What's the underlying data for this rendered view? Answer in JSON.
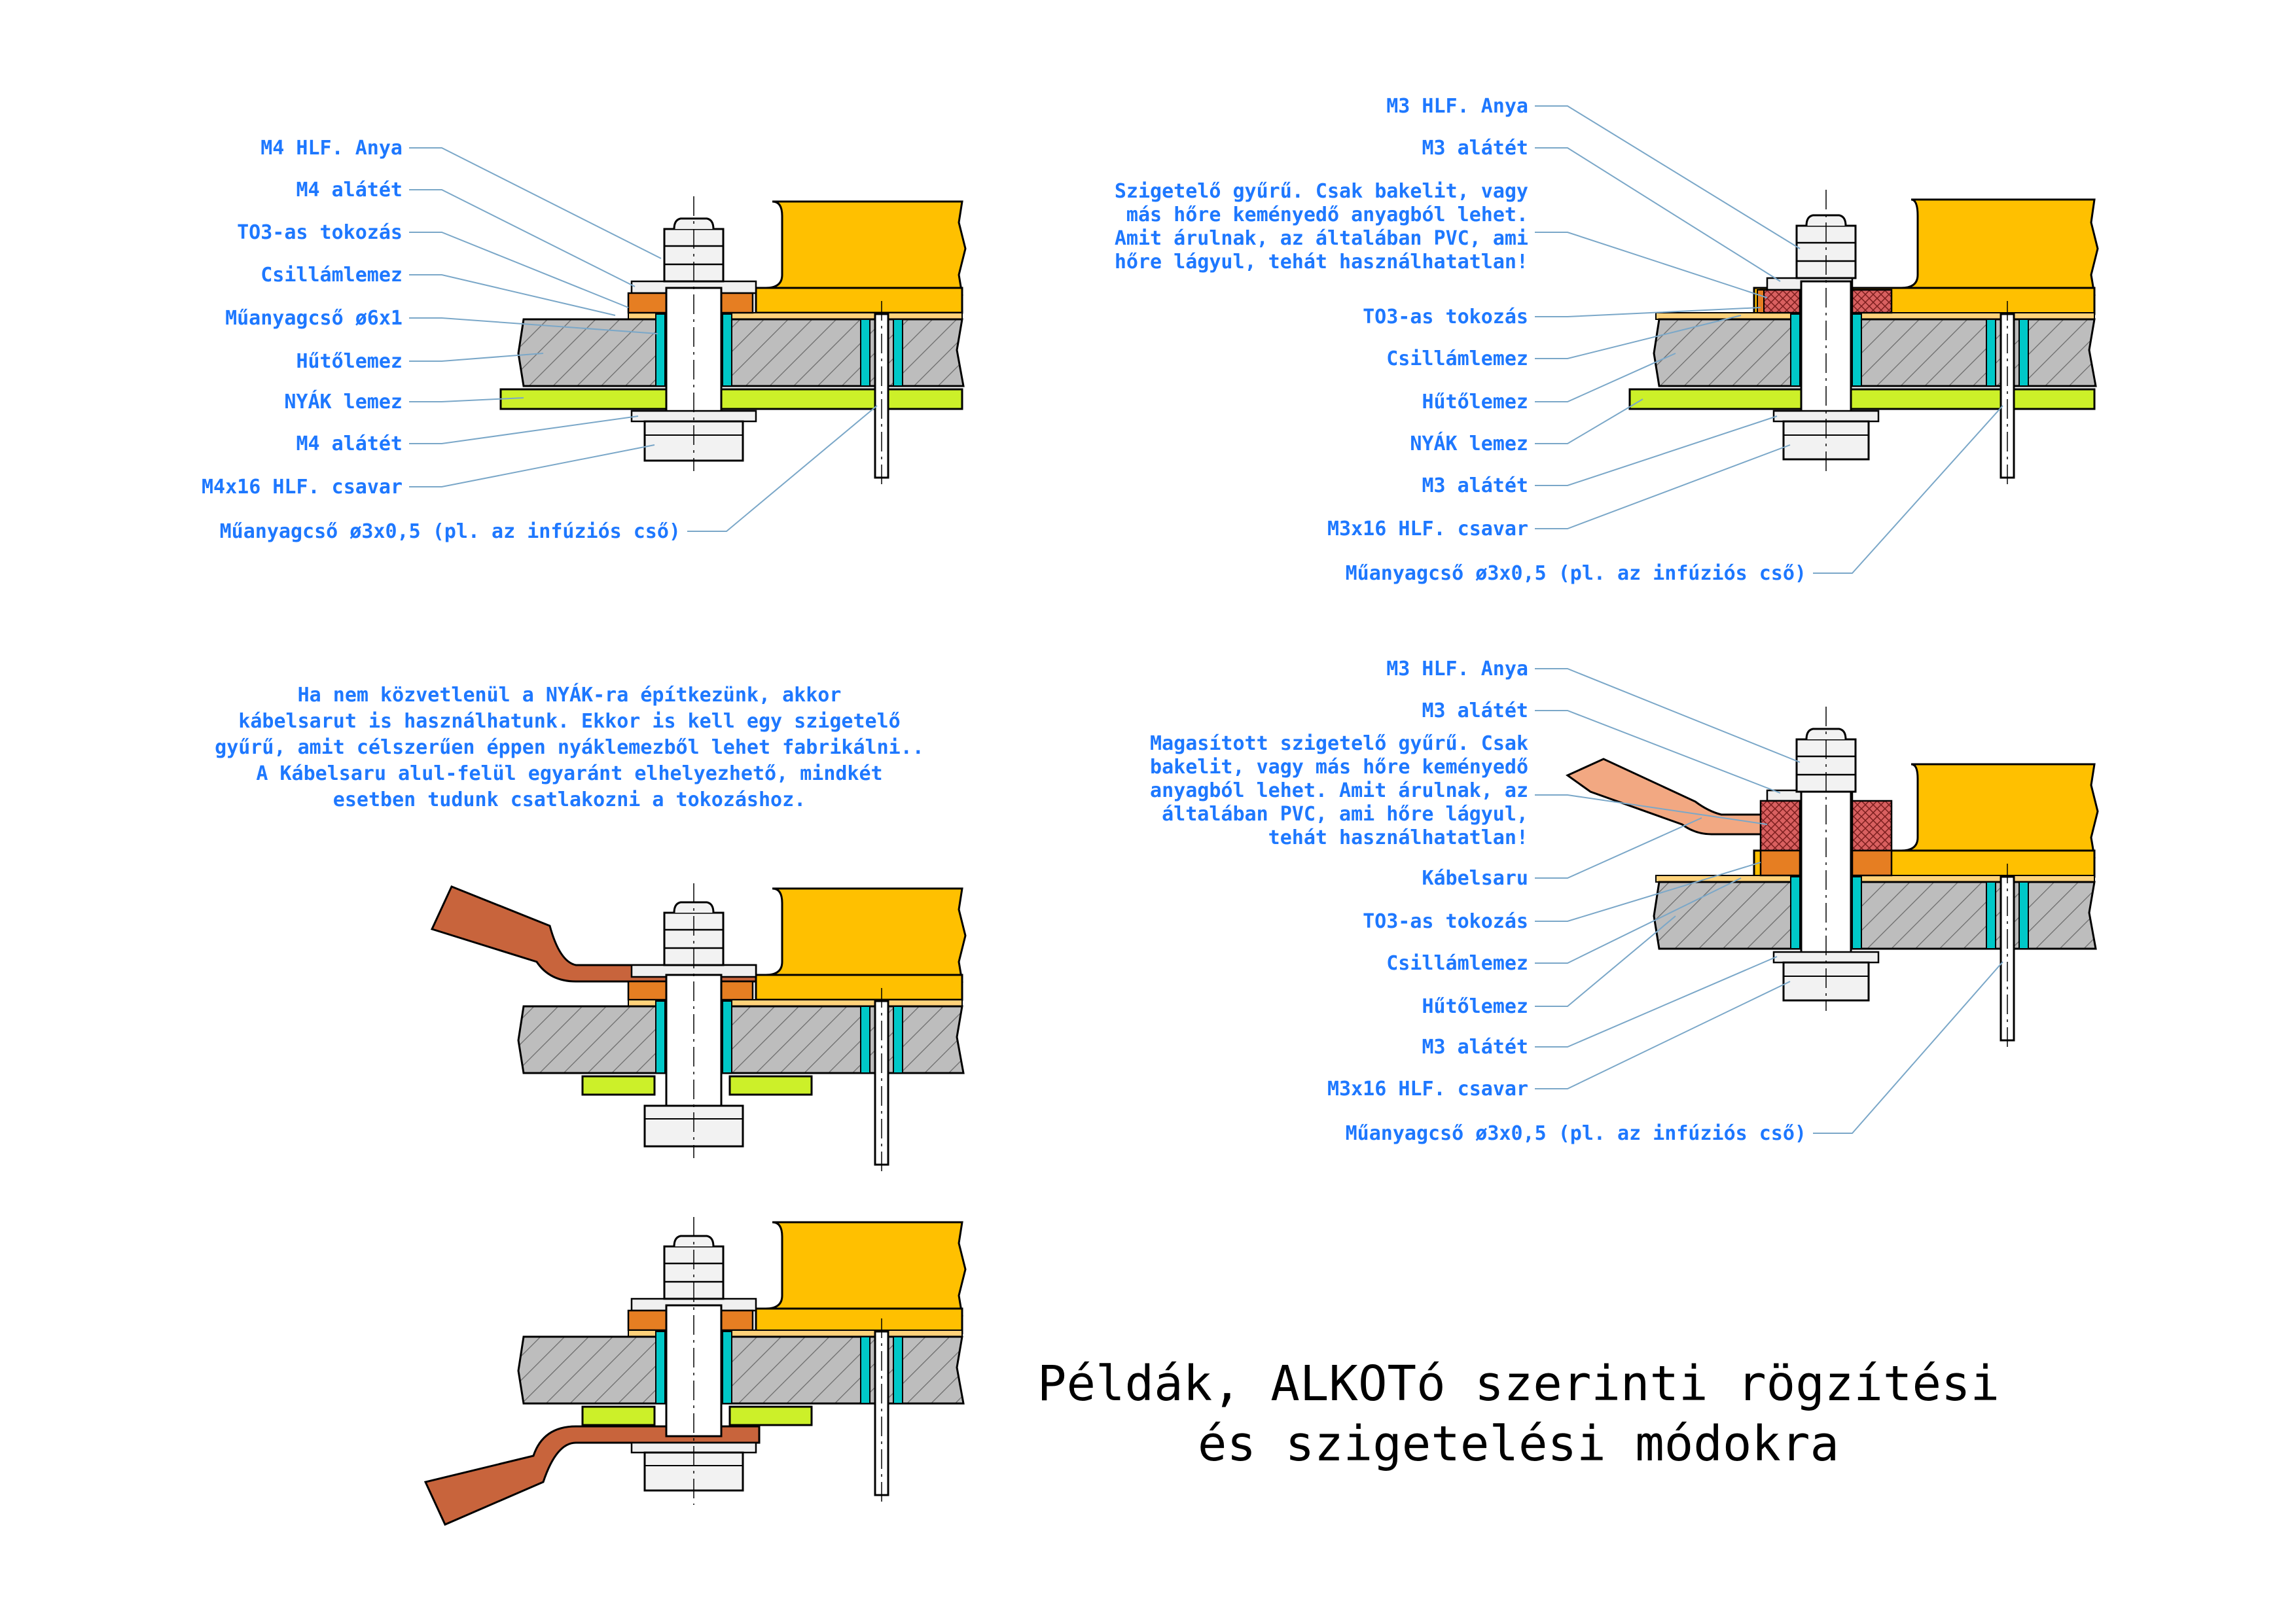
{
  "title": {
    "line1": "Példák, ALKOTó szerinti rögzítési",
    "line2": "és szigetelési módokra"
  },
  "colors": {
    "label_text": "#1e78ff",
    "heatsink_fill": "#bdbdbd",
    "pcb_fill": "#ccf029",
    "device_fill": "#ffc000",
    "mica_fill": "#e67e22",
    "washer_fill": "#f0f0f0",
    "insulator_tube_fill": "#00c8c8",
    "insulating_ring_fill": "#d96060",
    "cable_lug_fill": "#c8643c",
    "cable_lug_light_fill": "#f2a882"
  },
  "diagram_top_left": {
    "labels": [
      "M4 HLF. Anya",
      "M4 alátét",
      "TO3-as tokozás",
      "Csillámlemez",
      "Műanyagcső ø6x1",
      "Hűtőlemez",
      "NYÁK lemez",
      "M4 alátét",
      "M4x16 HLF. csavar",
      "Műanyagcső ø3x0,5 (pl. az infúziós cső)"
    ]
  },
  "diagram_top_right": {
    "labels": [
      "M3 HLF. Anya",
      "M3 alátét",
      "Szigetelő gyűrű. Csak bakelit, vagy",
      "más hőre keményedő anyagból lehet.",
      "Amit árulnak, az általában PVC, ami",
      "hőre lágyul, tehát használhatatlan!",
      "TO3-as tokozás",
      "Csillámlemez",
      "Hűtőlemez",
      "NYÁK lemez",
      "M3 alátét",
      "M3x16 HLF. csavar",
      "Műanyagcső ø3x0,5 (pl. az infúziós cső)"
    ]
  },
  "diagram_middle_right": {
    "labels": [
      "M3 HLF. Anya",
      "M3 alátét",
      "Magasított szigetelő gyűrű. Csak",
      "bakelit, vagy más hőre keményedő",
      "anyagból lehet. Amit árulnak, az",
      "általában PVC, ami hőre lágyul,",
      "tehát használhatatlan!",
      "Kábelsaru",
      "TO3-as tokozás",
      "Csillámlemez",
      "Hűtőlemez",
      "M3 alátét",
      "M3x16 HLF. csavar",
      "Műanyagcső ø3x0,5 (pl. az infúziós cső)"
    ]
  },
  "note_cable_lug": {
    "lines": [
      "Ha nem közvetlenül a NYÁK-ra építkezünk, akkor",
      "kábelsarut is használhatunk. Ekkor is kell egy szigetelő",
      "gyűrű, amit célszerűen éppen nyáklemezből lehet fabrikálni..",
      "A Kábelsaru alul-felül egyaránt elhelyezhető, mindkét",
      "esetben tudunk csatlakozni a tokozáshoz."
    ]
  }
}
